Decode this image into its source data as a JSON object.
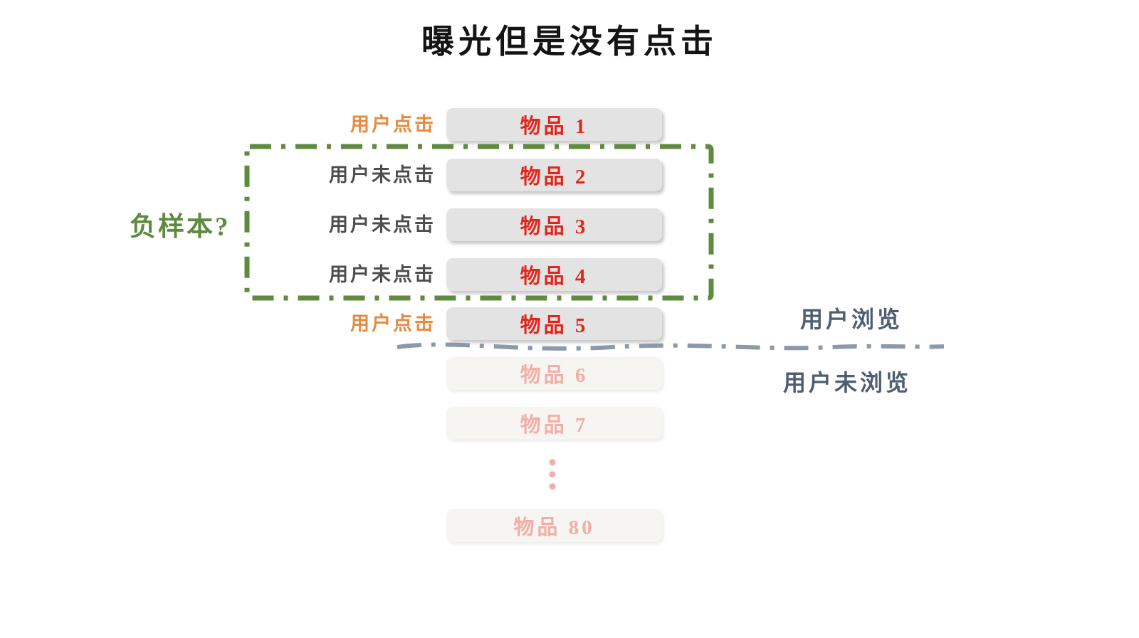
{
  "title": "曝光但是没有点击",
  "annotations": {
    "negative_sample_question": "负样本?",
    "user_browsed": "用户浏览",
    "user_not_browsed": "用户未浏览"
  },
  "rows": [
    {
      "side_label": "用户点击",
      "action": "click",
      "item": "物品 1",
      "faded": false
    },
    {
      "side_label": "用户未点击",
      "action": "noclick",
      "item": "物品 2",
      "faded": false
    },
    {
      "side_label": "用户未点击",
      "action": "noclick",
      "item": "物品 3",
      "faded": false
    },
    {
      "side_label": "用户未点击",
      "action": "noclick",
      "item": "物品 4",
      "faded": false
    },
    {
      "side_label": "用户点击",
      "action": "click",
      "item": "物品 5",
      "faded": false
    },
    {
      "side_label": "",
      "action": "none",
      "item": "物品 6",
      "faded": true
    },
    {
      "side_label": "",
      "action": "none",
      "item": "物品 7",
      "faded": true
    },
    {
      "side_label": "",
      "action": "none",
      "item": "物品 80",
      "faded": true
    }
  ],
  "colors": {
    "click_orange": "#E58A3E",
    "noclick_gray": "#4D4D4D",
    "item_red": "#E0261C",
    "item_pink": "#F2AEA7",
    "box_bg": "#E3E3E3",
    "box_bg_faded": "#F7F5F2",
    "green": "#5E8B3F",
    "slate_line": "#8C99AB",
    "slate_text": "#4F5D73"
  }
}
